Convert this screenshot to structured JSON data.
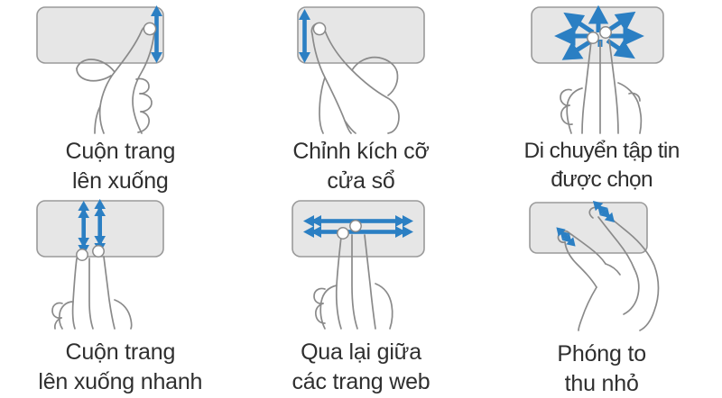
{
  "meta": {
    "title": "Touchpad gesture guide",
    "language": "Vietnamese",
    "columns": 3,
    "rows": 2
  },
  "colors": {
    "arrow_blue": "#2b7fc3",
    "touchpad_fill": "#e6e6e6",
    "touchpad_border": "#9a9a9a",
    "hand_outline": "#8a8a8a",
    "text": "#2f2f2f",
    "background": "#ffffff",
    "fingertip_fill": "#ffffff"
  },
  "panels": [
    {
      "id": "scroll-up-down",
      "icon": "touchpad-one-finger-vertical-scroll-icon",
      "gesture": "one-finger-vertical-swipe",
      "arrows": "vertical-double-arrow-right-edge",
      "caption_line1": "Cuộn trang",
      "caption_line2": "lên xuống"
    },
    {
      "id": "resize-window",
      "icon": "touchpad-one-finger-left-edge-vertical-icon",
      "gesture": "one-finger-vertical-swipe-left-edge",
      "arrows": "vertical-double-arrow-left-edge",
      "caption_line1": "Chỉnh kích cỡ",
      "caption_line2": "cửa sổ"
    },
    {
      "id": "move-selected-file",
      "icon": "touchpad-two-finger-radial-drag-icon",
      "gesture": "two-finger-drag-any-direction",
      "arrows": "eight-way-radial-arrows",
      "caption_line1": "Di chuyển tập tin",
      "caption_line2": "được chọn"
    },
    {
      "id": "fast-scroll-up-down",
      "icon": "touchpad-two-finger-vertical-scroll-icon",
      "gesture": "two-finger-vertical-swipe",
      "arrows": "two-vertical-double-chevron-arrows",
      "caption_line1": "Cuộn trang",
      "caption_line2": "lên xuống nhanh"
    },
    {
      "id": "navigate-web-pages",
      "icon": "touchpad-two-finger-horizontal-swipe-icon",
      "gesture": "two-finger-horizontal-swipe",
      "arrows": "two-horizontal-double-chevron-arrows",
      "caption_line1": "Qua lại giữa",
      "caption_line2": "các trang web"
    },
    {
      "id": "zoom-in-out",
      "icon": "touchpad-pinch-zoom-icon",
      "gesture": "pinch-spread-two-fingers",
      "arrows": "two-diagonal-double-arrows",
      "caption_line1": "Phóng to",
      "caption_line2": "thu nhỏ"
    }
  ]
}
